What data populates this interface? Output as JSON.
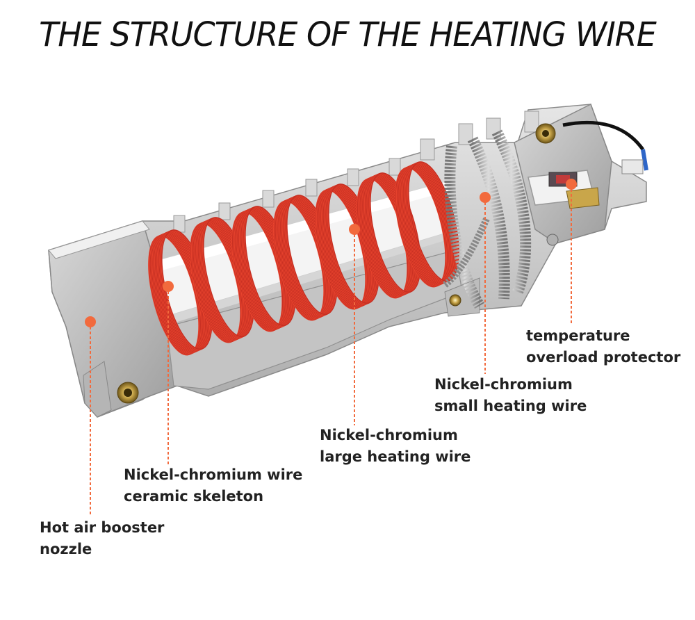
{
  "title": "THE STRUCTURE OF THE HEATING WIRE",
  "colors": {
    "accent": "#f26a3d",
    "coil": "#e8442e",
    "metal": "#cfcfcf",
    "ceramic": "#f4f4f4"
  },
  "labels": {
    "nozzle": {
      "line1": "Hot air booster",
      "line2": "nozzle"
    },
    "skeleton": {
      "line1": "Nickel-chromium wire",
      "line2": "ceramic skeleton"
    },
    "large_wire": {
      "line1": "Nickel-chromium",
      "line2": "large heating wire"
    },
    "small_wire": {
      "line1": "Nickel-chromium",
      "line2": "small heating wire"
    },
    "protector": {
      "line1": "temperature",
      "line2": "overload protector"
    }
  }
}
